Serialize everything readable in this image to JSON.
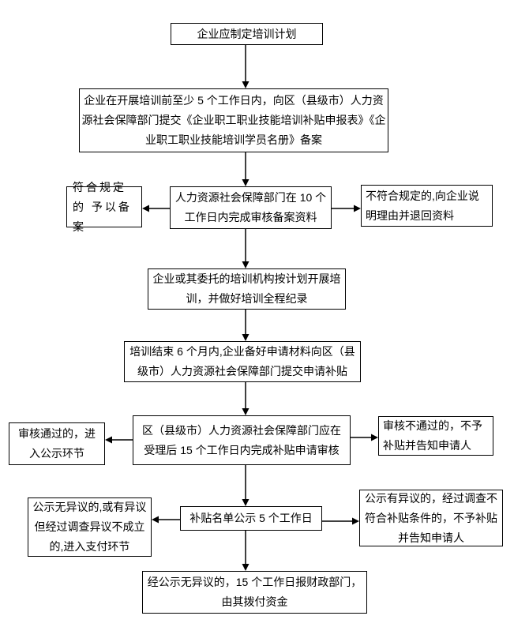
{
  "diagram": {
    "type": "flowchart",
    "language": "zh-CN",
    "colors": {
      "background": "#ffffff",
      "box_border": "#000000",
      "text": "#000000",
      "arrow": "#000000"
    },
    "nodes": {
      "plan": {
        "text": "企业应制定培训计划"
      },
      "submit": {
        "text": "企业在开展培训前至少 5 个工作日内，向区（县级市）人力资源社会保障部门提交《企业职工职业技能培训补贴申报表》《企业职工职业技能培训学员名册》备案"
      },
      "review10": {
        "text": "人力资源社会保障部门在 10 个工作日内完成审核备案资料"
      },
      "record_ok": {
        "text": "符合规定的 予以备案"
      },
      "record_fail": {
        "text": "不符合规定的,向企业说明理由并退回资料"
      },
      "training": {
        "text": "企业或其委托的培训机构按计划开展培训，并做好培训全程纪录"
      },
      "apply": {
        "text": "培训结束 6 个月内,企业备好申请材料向区（县级市）人力资源社会保障部门提交申请补贴"
      },
      "review15": {
        "text": "区（县级市）人力资源社会保障部门应在受理后 15 个工作日内完成补贴申请审核"
      },
      "approve": {
        "text": "审核通过的，进入公示环节"
      },
      "reject": {
        "text": "审核不通过的，不予补贴并告知申请人"
      },
      "publicity": {
        "text": "补贴名单公示 5 个工作日"
      },
      "no_objection": {
        "text": "公示无异议的,或有异议但经过调查异议不成立的,进入支付环节"
      },
      "objection": {
        "text": "公示有异议的，经过调查不符合补贴条件的，不予补贴并告知申请人"
      },
      "payment": {
        "text": "经公示无异议的，15 个工作日报财政部门，由其拨付资金"
      }
    },
    "edges": [
      {
        "from": "plan",
        "to": "submit",
        "direction": "down"
      },
      {
        "from": "submit",
        "to": "review10",
        "direction": "down"
      },
      {
        "from": "review10",
        "to": "record_ok",
        "direction": "left"
      },
      {
        "from": "review10",
        "to": "record_fail",
        "direction": "right"
      },
      {
        "from": "review10",
        "to": "training",
        "direction": "down"
      },
      {
        "from": "training",
        "to": "apply",
        "direction": "down"
      },
      {
        "from": "apply",
        "to": "review15",
        "direction": "down"
      },
      {
        "from": "review15",
        "to": "approve",
        "direction": "left"
      },
      {
        "from": "review15",
        "to": "reject",
        "direction": "right"
      },
      {
        "from": "review15",
        "to": "publicity",
        "direction": "down"
      },
      {
        "from": "publicity",
        "to": "no_objection",
        "direction": "left"
      },
      {
        "from": "publicity",
        "to": "objection",
        "direction": "right"
      },
      {
        "from": "publicity",
        "to": "payment",
        "direction": "down"
      }
    ]
  }
}
